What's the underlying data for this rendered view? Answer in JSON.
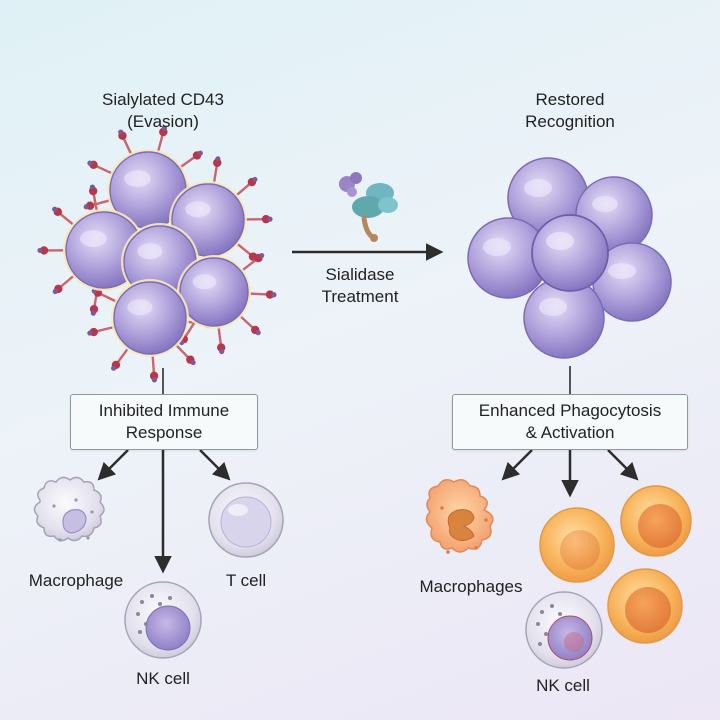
{
  "left_cluster": {
    "title_line1": "Sialylated CD43",
    "title_line2": "(Evasion)"
  },
  "right_cluster": {
    "title_line1": "Restored",
    "title_line2": "Recognition"
  },
  "treatment": {
    "line1": "Sialidase",
    "line2": "Treatment"
  },
  "left_box": {
    "line1": "Inhibited Immune",
    "line2": "Response"
  },
  "right_box": {
    "line1": "Enhanced Phagocytosis",
    "line2": "& Activation"
  },
  "left_cells": {
    "macrophage": "Macrophage",
    "nk_cell": "NK cell",
    "t_cell": "T cell"
  },
  "right_cells": {
    "macrophages": "Macrophages",
    "nk_cell": "NK cell"
  },
  "colors": {
    "inhibited_cell": "#d9d4e8",
    "active_cell": "#f6b15a",
    "tumor_cell": "#a99ad6",
    "sialic_acid": "#b8354a",
    "arrow": "#2d2d2d"
  }
}
